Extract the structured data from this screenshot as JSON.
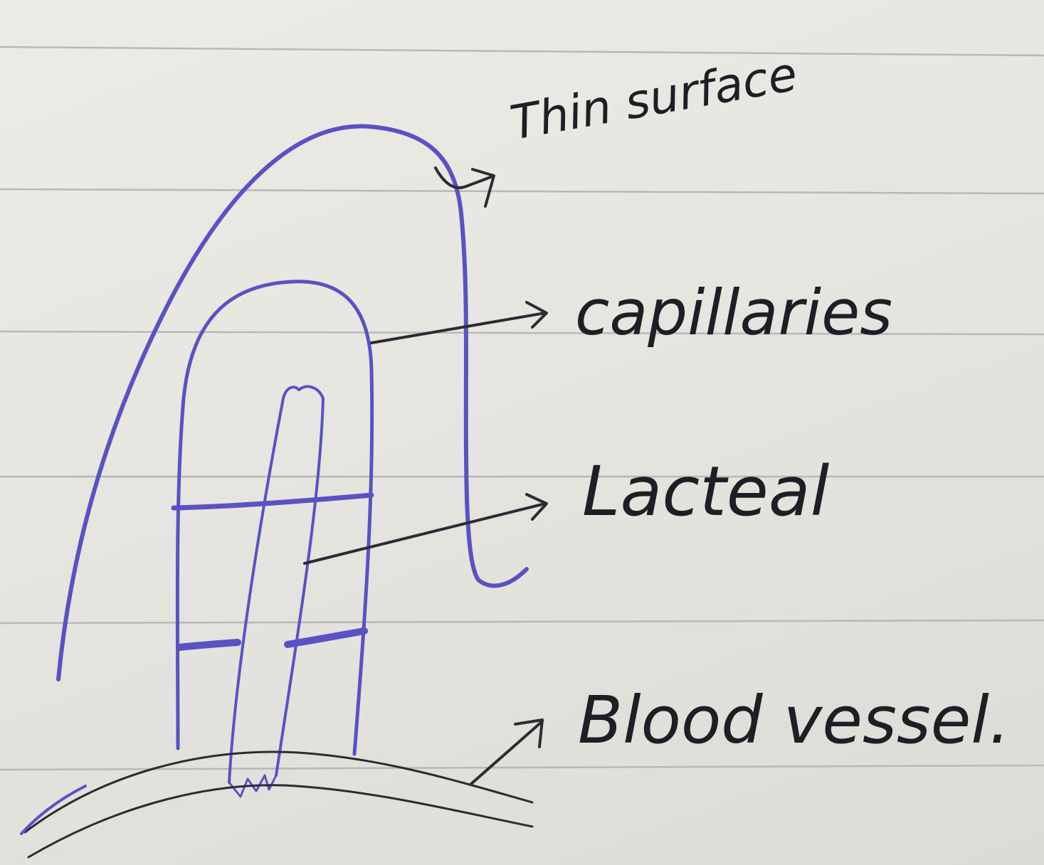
{
  "diagram": {
    "labels": {
      "thin_surface": "Thin surface",
      "capillaries": "capillaries",
      "lacteal": "Lacteal",
      "blood_vessel": "Blood vessel."
    },
    "colors": {
      "paper": "#e7e6e1",
      "rule_lines": "#b8b9b6",
      "blue_ink": "#5a51c4",
      "dark_ink": "#2c2b33"
    }
  }
}
